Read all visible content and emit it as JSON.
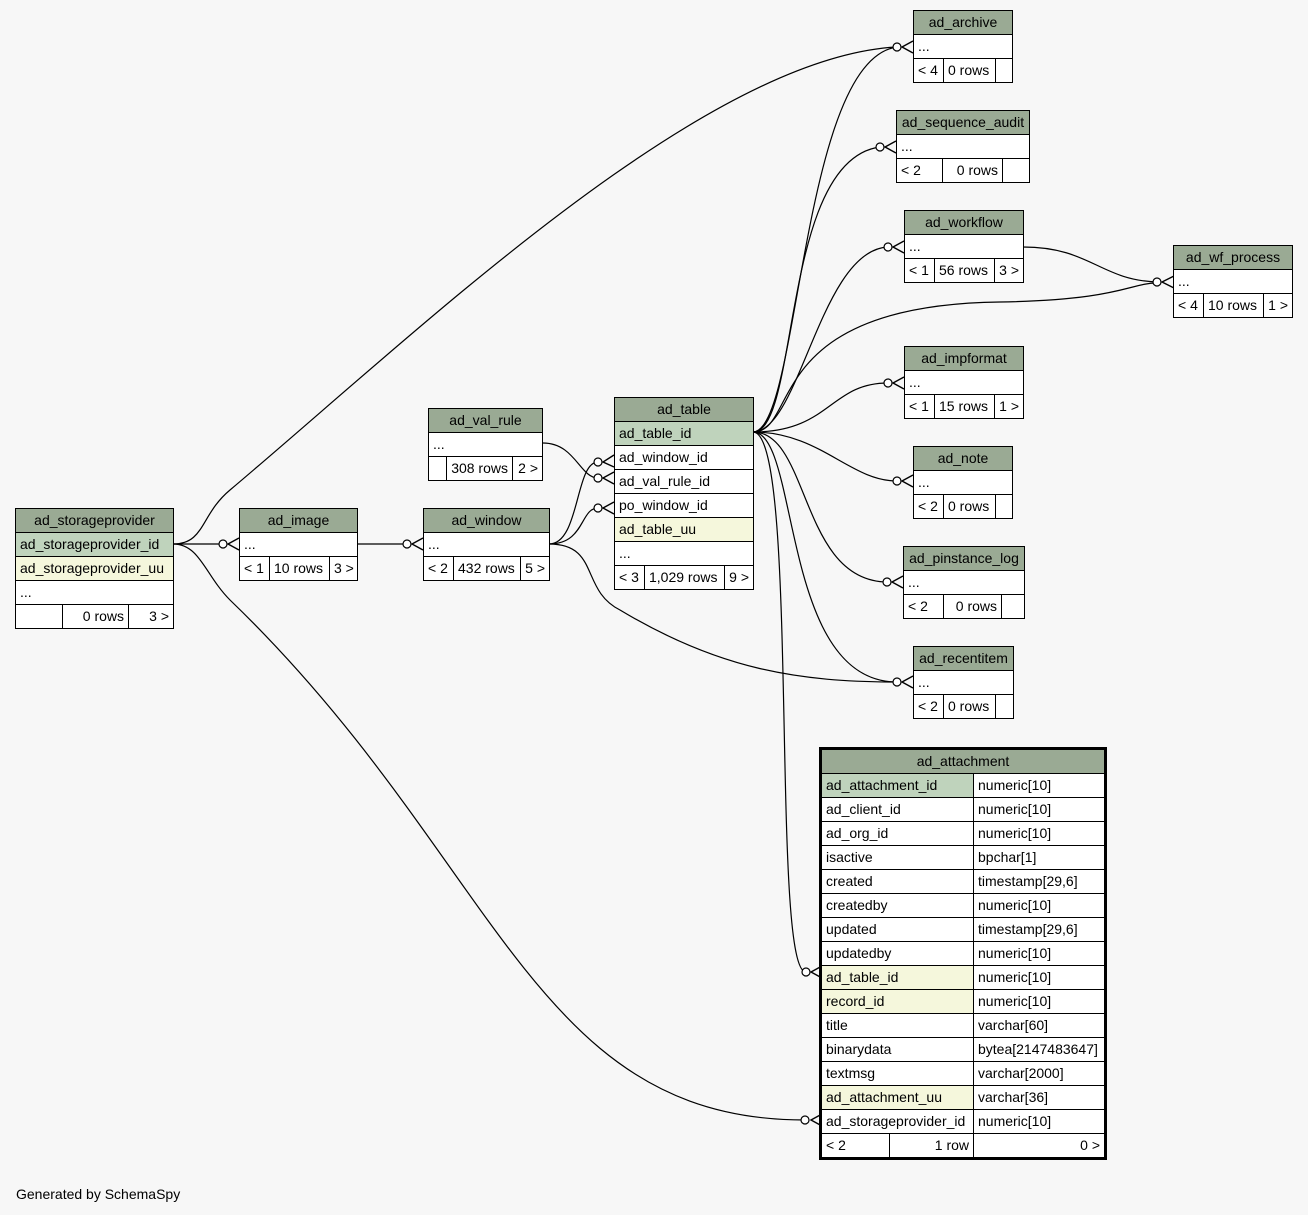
{
  "footer_text": "Generated by SchemaSpy",
  "tables": {
    "ad_archive": {
      "name": "ad_archive",
      "rows": [
        "..."
      ],
      "footer": [
        "< 4",
        "0 rows",
        ""
      ]
    },
    "ad_sequence_audit": {
      "name": "ad_sequence_audit",
      "rows": [
        "..."
      ],
      "footer": [
        "< 2",
        "0 rows",
        ""
      ]
    },
    "ad_workflow": {
      "name": "ad_workflow",
      "rows": [
        "..."
      ],
      "footer": [
        "< 1",
        "56 rows",
        "3 >"
      ]
    },
    "ad_wf_process": {
      "name": "ad_wf_process",
      "rows": [
        "..."
      ],
      "footer": [
        "< 4",
        "10 rows",
        "1 >"
      ]
    },
    "ad_impformat": {
      "name": "ad_impformat",
      "rows": [
        "..."
      ],
      "footer": [
        "< 1",
        "15 rows",
        "1 >"
      ]
    },
    "ad_note": {
      "name": "ad_note",
      "rows": [
        "..."
      ],
      "footer": [
        "< 2",
        "0 rows",
        ""
      ]
    },
    "ad_pinstance_log": {
      "name": "ad_pinstance_log",
      "rows": [
        "..."
      ],
      "footer": [
        "< 2",
        "0 rows",
        ""
      ]
    },
    "ad_recentitem": {
      "name": "ad_recentitem",
      "rows": [
        "..."
      ],
      "footer": [
        "< 2",
        "0 rows",
        ""
      ]
    },
    "ad_val_rule": {
      "name": "ad_val_rule",
      "rows": [
        "..."
      ],
      "footer": [
        "",
        "308 rows",
        "2 >"
      ]
    },
    "ad_table": {
      "name": "ad_table",
      "rows": [
        "ad_table_id",
        "ad_window_id",
        "ad_val_rule_id",
        "po_window_id",
        "ad_table_uu",
        "..."
      ],
      "footer": [
        "< 3",
        "1,029 rows",
        "9 >"
      ]
    },
    "ad_window": {
      "name": "ad_window",
      "rows": [
        "..."
      ],
      "footer": [
        "< 2",
        "432 rows",
        "5 >"
      ]
    },
    "ad_image": {
      "name": "ad_image",
      "rows": [
        "..."
      ],
      "footer": [
        "< 1",
        "10 rows",
        "3 >"
      ]
    },
    "ad_storageprovider": {
      "name": "ad_storageprovider",
      "rows": [
        "ad_storageprovider_id",
        "ad_storageprovider_uu",
        "..."
      ],
      "footer": [
        "",
        "0 rows",
        "3 >"
      ]
    }
  },
  "ad_attachment": {
    "name": "ad_attachment",
    "columns": [
      {
        "name": "ad_attachment_id",
        "type": "numeric[10]"
      },
      {
        "name": "ad_client_id",
        "type": "numeric[10]"
      },
      {
        "name": "ad_org_id",
        "type": "numeric[10]"
      },
      {
        "name": "isactive",
        "type": "bpchar[1]"
      },
      {
        "name": "created",
        "type": "timestamp[29,6]"
      },
      {
        "name": "createdby",
        "type": "numeric[10]"
      },
      {
        "name": "updated",
        "type": "timestamp[29,6]"
      },
      {
        "name": "updatedby",
        "type": "numeric[10]"
      },
      {
        "name": "ad_table_id",
        "type": "numeric[10]"
      },
      {
        "name": "record_id",
        "type": "numeric[10]"
      },
      {
        "name": "title",
        "type": "varchar[60]"
      },
      {
        "name": "binarydata",
        "type": "bytea[2147483647]"
      },
      {
        "name": "textmsg",
        "type": "varchar[2000]"
      },
      {
        "name": "ad_attachment_uu",
        "type": "varchar[36]"
      },
      {
        "name": "ad_storageprovider_id",
        "type": "numeric[10]"
      }
    ],
    "footer": [
      "< 2",
      "1 row",
      "0 >"
    ]
  }
}
